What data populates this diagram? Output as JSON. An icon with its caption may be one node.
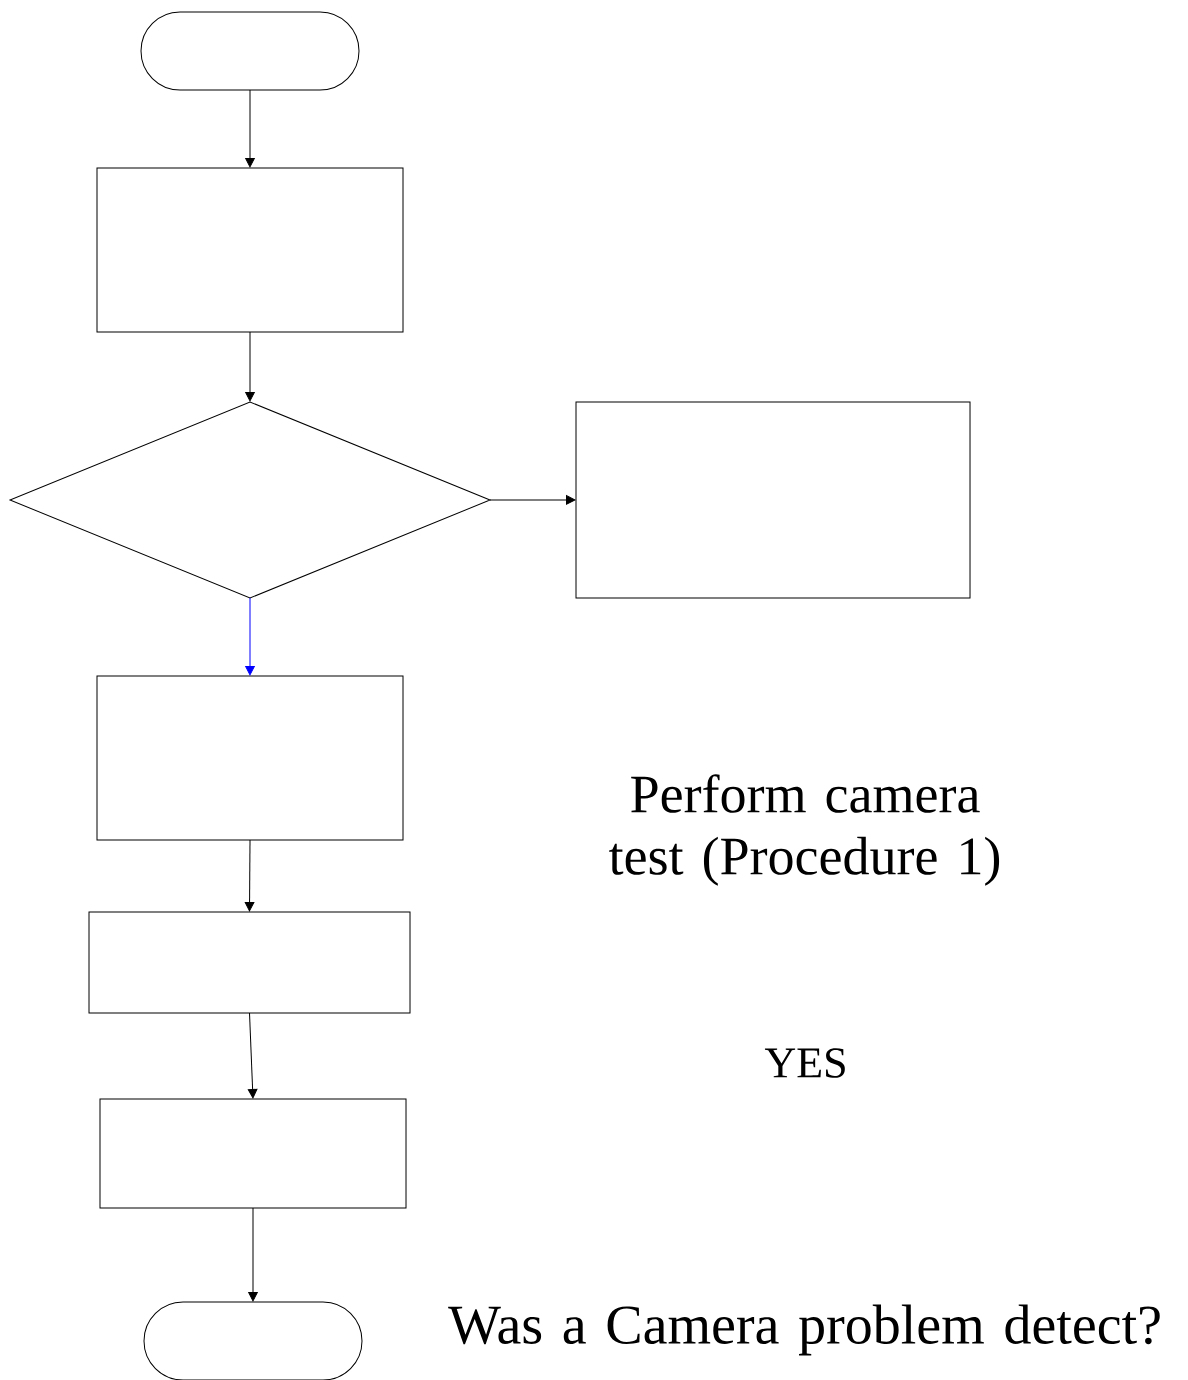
{
  "diagram": {
    "nodes": [
      {
        "text": [],
        "shape": "oval"
      },
      {
        "text": [],
        "shape": "box"
      },
      {
        "text": [],
        "shape": "diamond"
      },
      {
        "text": [],
        "shape": "box"
      },
      {
        "text": [],
        "shape": "box"
      },
      {
        "text": [],
        "shape": "box"
      },
      {
        "text": [],
        "shape": "box"
      },
      {
        "text": [],
        "shape": "oval"
      }
    ],
    "edges": [
      {
        "from": 0,
        "to": 1,
        "arrow": "to"
      },
      {
        "from": 1,
        "to": 2,
        "arrow": "to"
      },
      {
        "from": 2,
        "to": 3,
        "arrow": "to"
      },
      {
        "from": 2,
        "to": 4,
        "arrow": "to",
        "color": "#0000ff"
      },
      {
        "from": 4,
        "to": 5,
        "arrow": "to"
      },
      {
        "from": 5,
        "to": 6,
        "arrow": "to"
      },
      {
        "from": 6,
        "to": 7,
        "arrow": "to"
      }
    ],
    "labels": [
      "Perform camera test (Procedure 1)",
      "YES",
      "Was a Camera problem detect?"
    ]
  }
}
